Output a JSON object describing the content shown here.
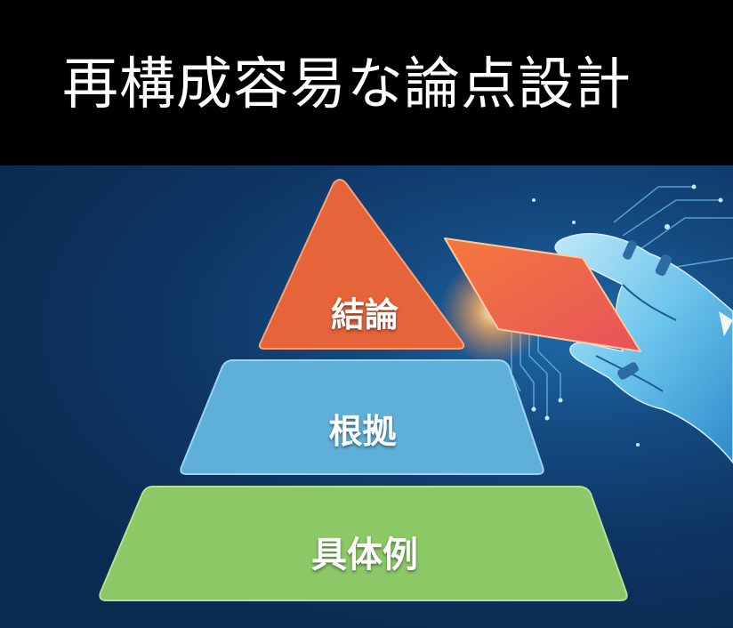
{
  "header": {
    "title": "再構成容易な論点設計"
  },
  "pyramid": {
    "levels": [
      {
        "label": "結論",
        "color": "#e5643a"
      },
      {
        "label": "根拠",
        "color": "#5fb0d8"
      },
      {
        "label": "具体例",
        "color": "#8cc866"
      }
    ]
  },
  "illustration": {
    "description": "robot-hand-holding-card",
    "card_color": "#ef6a45",
    "hand_color": "#7fd3f5"
  },
  "colors": {
    "background_top": "#000000",
    "background_scene": "#0e3563"
  }
}
